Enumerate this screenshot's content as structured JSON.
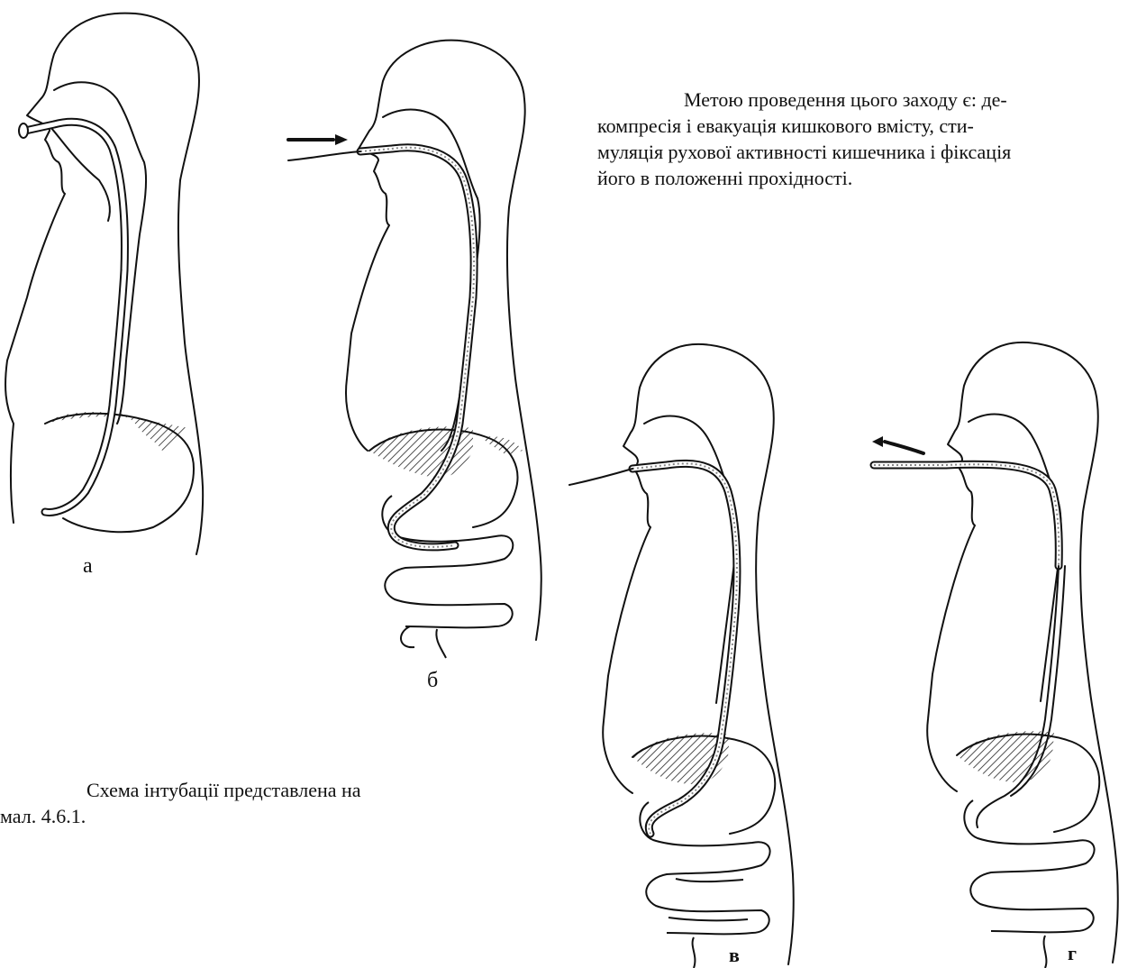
{
  "text_top": [
    "Метою проведення цього заходу є: де-",
    "компресія і евакуація кишкового вмісту, сти-",
    "муляція рухової активності кишечника і фіксація",
    "його в положенні прохідності."
  ],
  "text_bottom": [
    "Схема інтубації представлена на",
    "мал. 4.6.1."
  ],
  "figure_labels": {
    "a": "а",
    "b": "б",
    "v": "в",
    "g": "г"
  }
}
